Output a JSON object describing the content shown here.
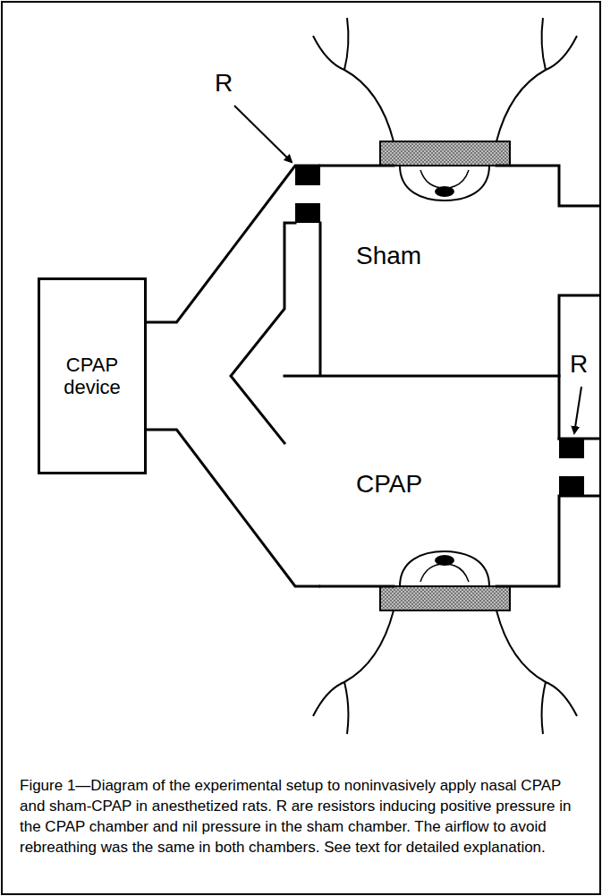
{
  "diagram": {
    "caption": "Figure 1—Diagram of the experimental setup to noninvasively apply nasal CPAP and sham-CPAP in anesthetized rats. R are resistors inducing positive pressure in the CPAP chamber and nil pressure in the sham chamber. The airflow to avoid rebreathing was the same in both chambers. See text for detailed explanation.",
    "nodes": [
      {
        "text": [
          "CPAP device"
        ]
      },
      {
        "text": [
          "Sham"
        ]
      },
      {
        "text": [
          "CPAP"
        ]
      }
    ],
    "edges": [
      {
        "from": 0,
        "to": 1,
        "arrow": "none"
      },
      {
        "from": 0,
        "to": 2,
        "arrow": "none"
      }
    ],
    "labels": [
      "R",
      "R"
    ]
  }
}
